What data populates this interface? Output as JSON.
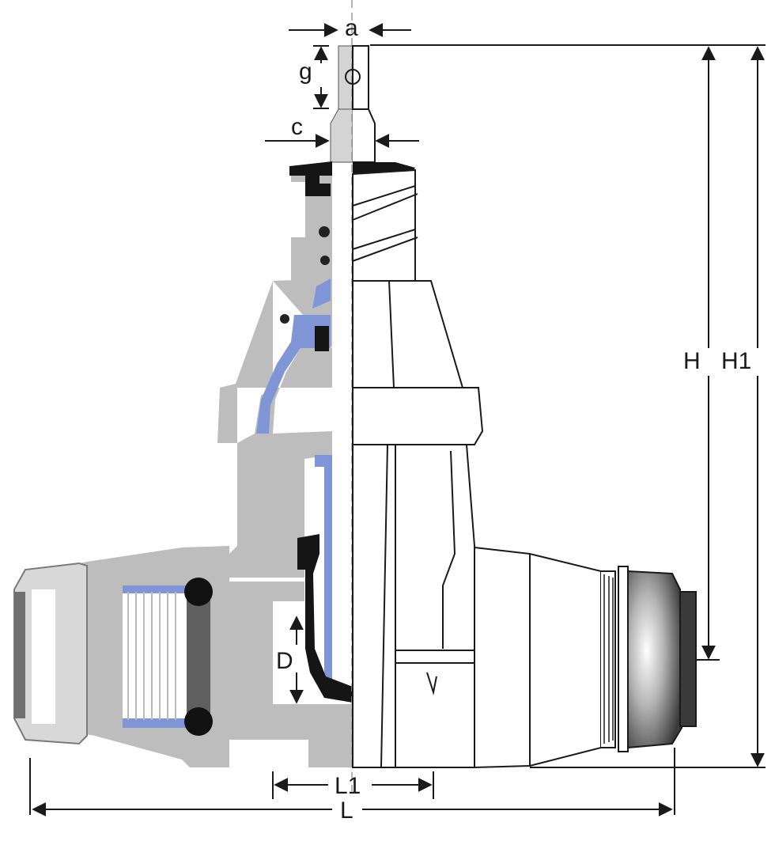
{
  "diagram": {
    "dimension_labels": {
      "a": "a",
      "g": "g",
      "c": "c",
      "H": "H",
      "H1": "H1",
      "D": "D",
      "L1": "L1",
      "L": "L"
    },
    "colors": {
      "section_grey": "#bdbdbd",
      "seal_blue": "#7f95d6",
      "rubber_black": "#151515",
      "oring_dark": "#2b2b2b",
      "line": "#1a1a1a",
      "background": "#ffffff"
    }
  }
}
